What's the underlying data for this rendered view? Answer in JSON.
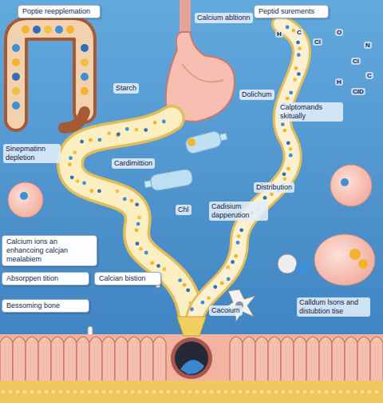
{
  "diagram": {
    "nodes": [
      {
        "text": [
          "Poptie reepplemation"
        ]
      },
      {
        "text": [
          "Peptid surements"
        ]
      },
      {
        "text": [
          "Calcium ions an enhancoing calcjan mealabiem"
        ]
      },
      {
        "text": [
          "Absorppen tition"
        ]
      },
      {
        "text": [
          "Calcian bistion"
        ]
      },
      {
        "text": [
          "Bessoming bone"
        ]
      }
    ],
    "labels": [
      "Calcium abltionn",
      "Starch",
      "Dolichum",
      "Calptomands skitually",
      "Sinepmatinn depletion",
      "Cardimittion",
      "Distribution",
      "Chl",
      "Cadisium dapperution",
      "Cacoium",
      "Calldum lsons and distubtion tise",
      "H",
      "C",
      "Cl",
      "O",
      "N",
      "Cl",
      "C",
      "H",
      "CID"
    ]
  }
}
